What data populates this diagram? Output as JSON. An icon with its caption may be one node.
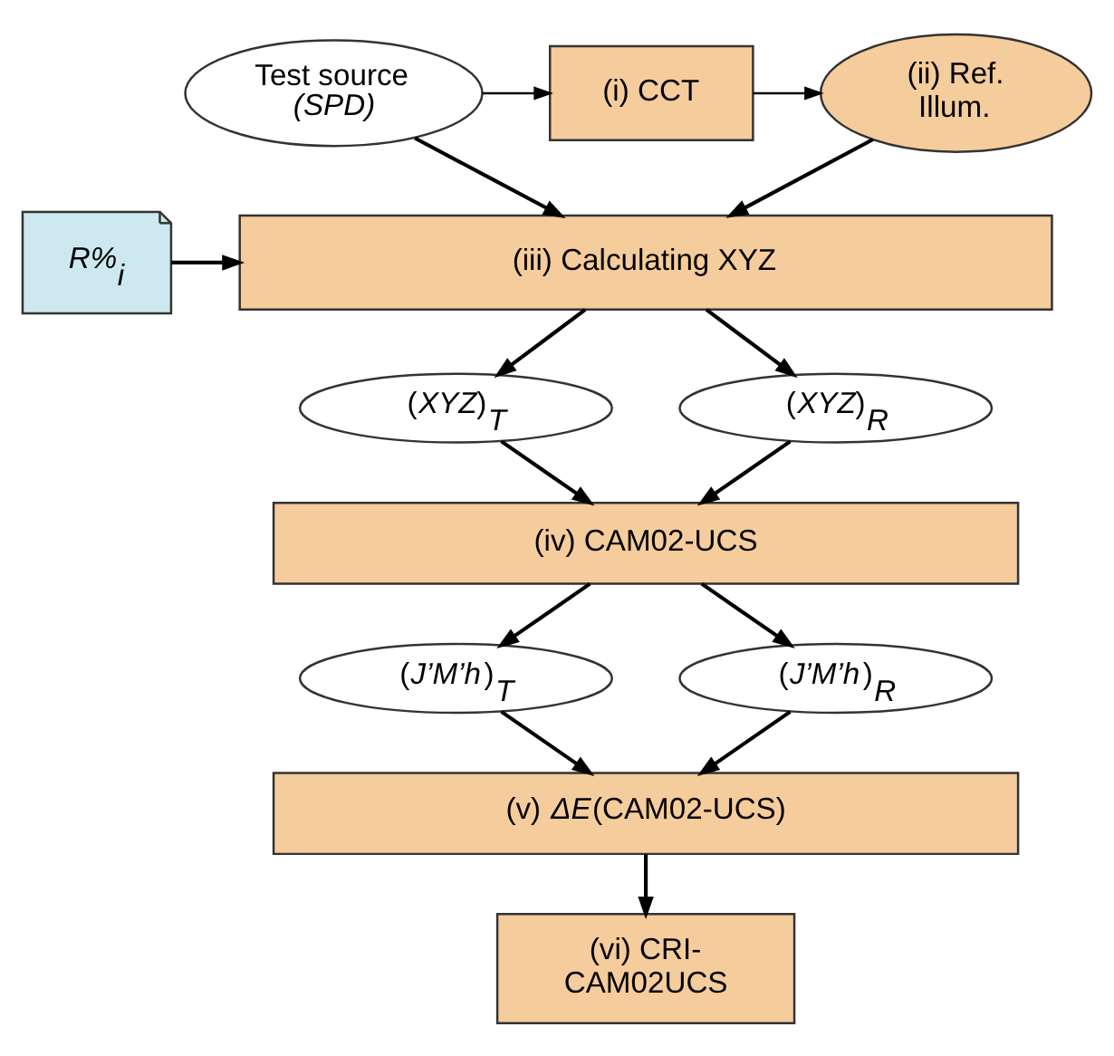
{
  "diagram": {
    "nodes": [
      {
        "text": [
          "Test source *(SPD)*"
        ]
      },
      {
        "text": [
          "(i) CCT"
        ]
      },
      {
        "text": [
          "(ii) Ref. Illum."
        ]
      },
      {
        "text": [
          "R%$_{i}$"
        ]
      },
      {
        "text": [
          "(iii) Calculating XYZ"
        ]
      },
      {
        "text": [
          "(*XYZ*)$_{T}$"
        ]
      },
      {
        "text": [
          "(*XYZ*)$_{R}$"
        ]
      },
      {
        "text": [
          "(iv) CAM02-UCS"
        ]
      },
      {
        "text": [
          "(*J’M’h*)$_{T}$"
        ]
      },
      {
        "text": [
          "(*J’M’h*)$_{R}$"
        ]
      },
      {
        "text": [
          "(v) *ΔE*(CAM02-UCS)"
        ]
      },
      {
        "text": [
          "(vi) CRI- CAM02UCS"
        ]
      }
    ],
    "edges": [
      {
        "from": 0,
        "to": 1,
        "arrow": "to"
      },
      {
        "from": 1,
        "to": 2,
        "arrow": "to"
      },
      {
        "from": 0,
        "to": 4,
        "arrow": "to"
      },
      {
        "from": 2,
        "to": 4,
        "arrow": "to"
      },
      {
        "from": 3,
        "to": 4,
        "arrow": "to"
      },
      {
        "from": 4,
        "to": 5,
        "arrow": "to"
      },
      {
        "from": 4,
        "to": 6,
        "arrow": "to"
      },
      {
        "from": 5,
        "to": 7,
        "arrow": "to"
      },
      {
        "from": 6,
        "to": 7,
        "arrow": "to"
      },
      {
        "from": 7,
        "to": 8,
        "arrow": "to"
      },
      {
        "from": 7,
        "to": 9,
        "arrow": "to"
      },
      {
        "from": 8,
        "to": 10,
        "arrow": "to"
      },
      {
        "from": 9,
        "to": 10,
        "arrow": "to"
      },
      {
        "from": 10,
        "to": 11,
        "arrow": "to"
      }
    ]
  }
}
